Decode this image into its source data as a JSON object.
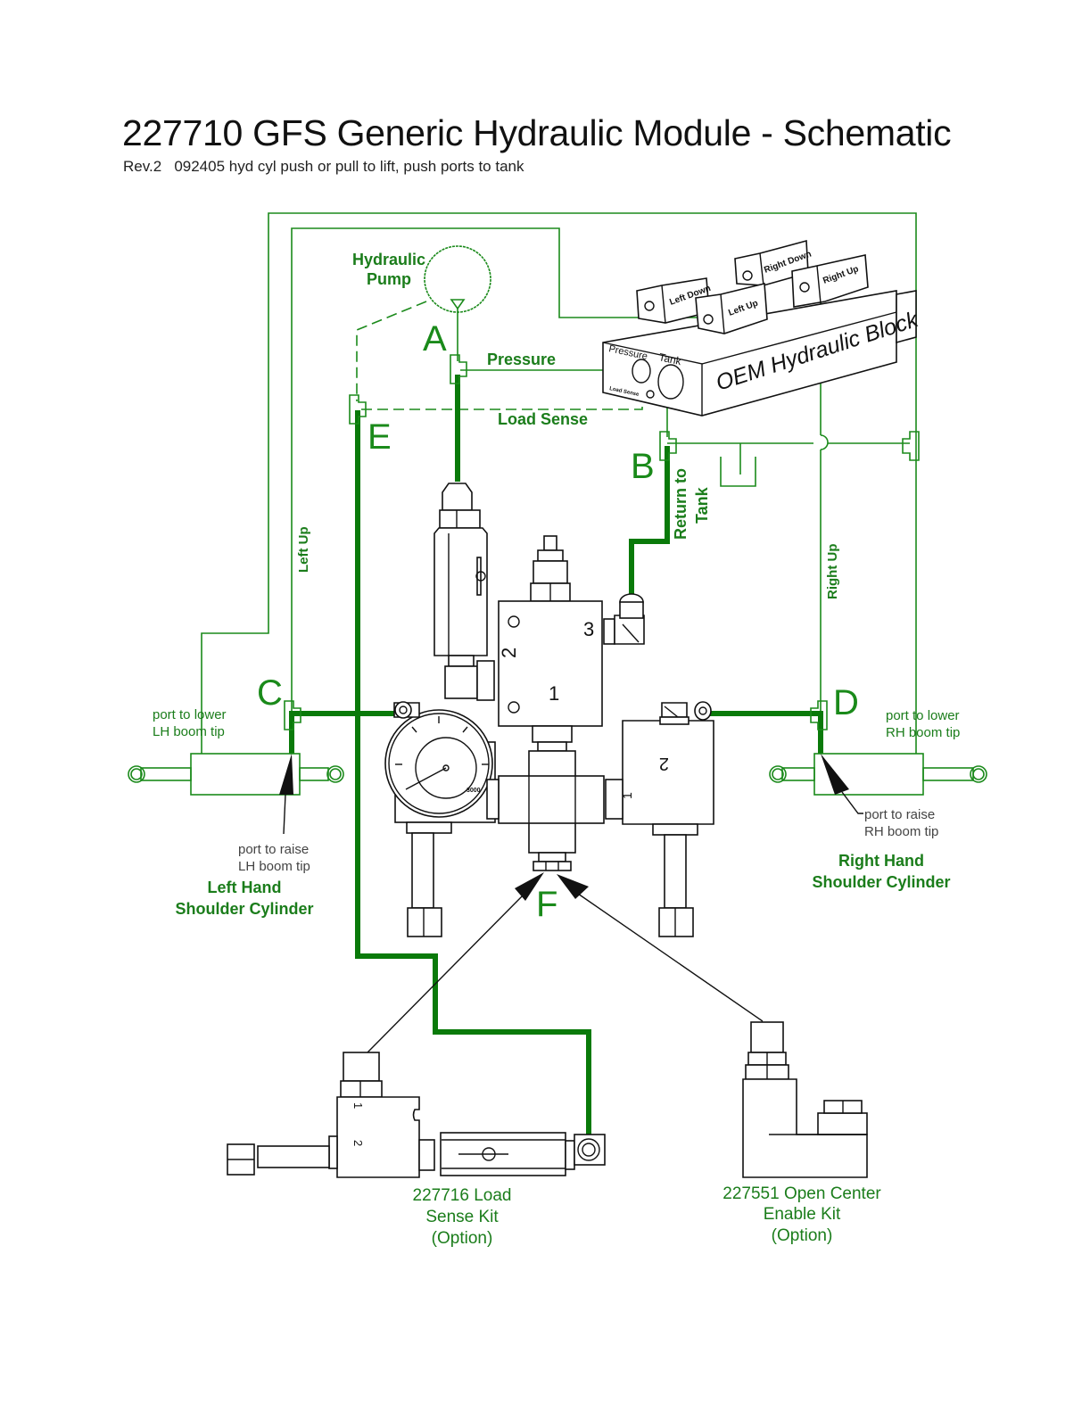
{
  "header": {
    "title": "227710 GFS Generic Hydraulic Module - Schematic",
    "subtitle": "Rev.2   092405 hyd cyl push or pull to lift, push ports to tank"
  },
  "colors": {
    "line": "#1b8a1b",
    "thick_line": "#0a7a0a",
    "component_outline": "#111111",
    "callout_text": "#444444"
  },
  "pump": {
    "label_line1": "Hydraulic",
    "label_line2": "Pump"
  },
  "lines": {
    "pressure": "Pressure",
    "load_sense": "Load Sense",
    "return_line1": "Return to",
    "return_line2": "Tank",
    "left_up": "Left Up",
    "right_up": "Right Up"
  },
  "points": {
    "A": "A",
    "B": "B",
    "C": "C",
    "D": "D",
    "E": "E",
    "F": "F"
  },
  "oem_block": {
    "title": "OEM Hydraulic Block",
    "valves": [
      "Left Down",
      "Left Up",
      "Right Down",
      "Right Up"
    ],
    "ports": {
      "pressure": "Pressure",
      "tank": "Tank",
      "load_sense": "Load Sense"
    }
  },
  "manifold": {
    "port_labels": [
      "1",
      "2",
      "3"
    ],
    "aux_block_labels": [
      "2",
      "1"
    ],
    "gauge_label": "3000"
  },
  "left_cylinder": {
    "port_lower_line1": "port to lower",
    "port_lower_line2": "LH boom tip",
    "port_raise_line1": "port to raise",
    "port_raise_line2": "LH boom tip",
    "name_line1": "Left Hand",
    "name_line2": "Shoulder Cylinder"
  },
  "right_cylinder": {
    "port_lower_line1": "port to lower",
    "port_lower_line2": "RH boom tip",
    "port_raise_line1": "port to raise",
    "port_raise_line2": "RH boom tip",
    "name_line1": "Right Hand",
    "name_line2": "Shoulder Cylinder"
  },
  "kits": {
    "load_sense": {
      "line1": "227716 Load",
      "line2": "Sense Kit",
      "line3": "(Option)",
      "port1": "1",
      "port2": "2"
    },
    "open_center": {
      "line1": "227551 Open Center",
      "line2": "Enable Kit",
      "line3": "(Option)"
    }
  }
}
